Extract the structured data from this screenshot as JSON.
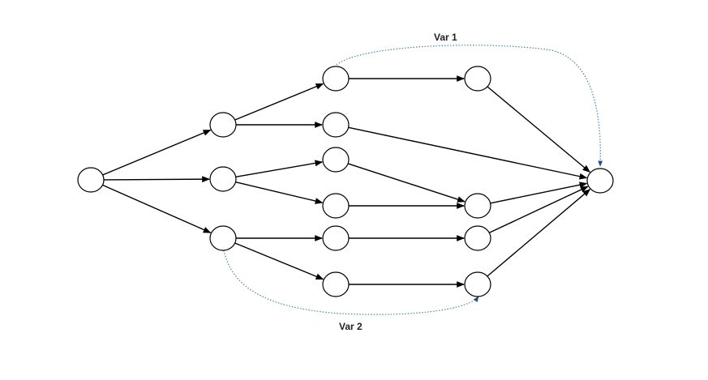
{
  "diagram": {
    "nodes": [
      {
        "id": "n0"
      },
      {
        "id": "n1"
      },
      {
        "id": "n2"
      },
      {
        "id": "n3"
      },
      {
        "id": "n4"
      },
      {
        "id": "n5"
      },
      {
        "id": "n6"
      },
      {
        "id": "n7"
      },
      {
        "id": "n8"
      },
      {
        "id": "n9"
      },
      {
        "id": "n10"
      },
      {
        "id": "n11"
      },
      {
        "id": "n12"
      },
      {
        "id": "n13"
      }
    ],
    "edges": [
      {
        "from": "n0",
        "to": "n1"
      },
      {
        "from": "n0",
        "to": "n2"
      },
      {
        "from": "n0",
        "to": "n3"
      },
      {
        "from": "n1",
        "to": "n4"
      },
      {
        "from": "n1",
        "to": "n5"
      },
      {
        "from": "n2",
        "to": "n6"
      },
      {
        "from": "n2",
        "to": "n7"
      },
      {
        "from": "n3",
        "to": "n8"
      },
      {
        "from": "n3",
        "to": "n9"
      },
      {
        "from": "n4",
        "to": "n10"
      },
      {
        "from": "n5",
        "to": "n13"
      },
      {
        "from": "n6",
        "to": "n11"
      },
      {
        "from": "n7",
        "to": "n11"
      },
      {
        "from": "n8",
        "to": "n12"
      },
      {
        "from": "n9",
        "to": "n14"
      },
      {
        "from": "n10",
        "to": "n13"
      },
      {
        "from": "n11",
        "to": "n13"
      },
      {
        "from": "n12",
        "to": "n13"
      },
      {
        "from": "n14",
        "to": "n13"
      }
    ],
    "variations": [
      {
        "label": "Var 1",
        "from": "n4",
        "to": "n13"
      },
      {
        "label": "Var 2",
        "from": "n3",
        "to": "n14"
      }
    ],
    "colors": {
      "edge": "#000000",
      "node_stroke": "#000000",
      "variation_curve": "#4a86a8",
      "label": "#222222"
    }
  }
}
